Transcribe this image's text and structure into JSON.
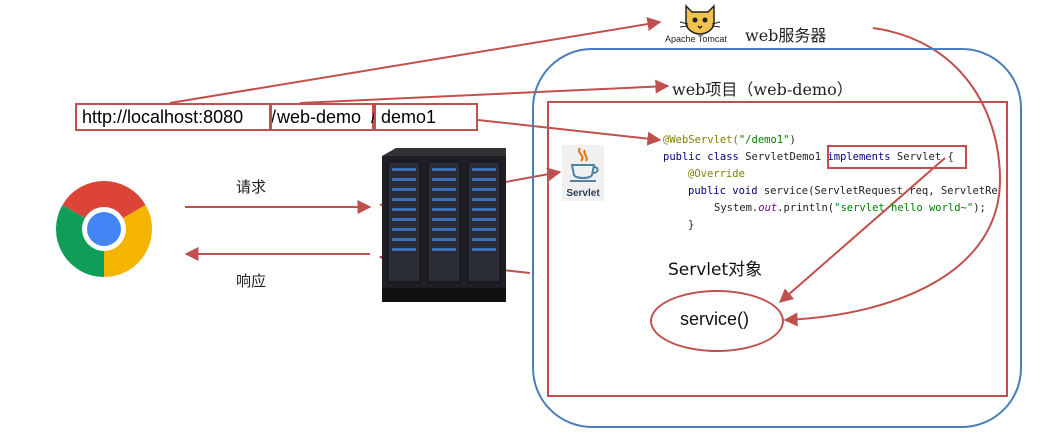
{
  "url": {
    "base": "http://localhost:8080",
    "sep1": "/",
    "project": "web-demo",
    "sep2": "/",
    "path": "demo1"
  },
  "labels": {
    "web_server": "web服务器",
    "web_project": "web项目（web-demo）",
    "request": "请求",
    "response": "响应",
    "servlet_object": "Servlet对象",
    "service_method": "service()"
  },
  "tomcat": {
    "brand": "Apache Tomcat",
    "icon": "tomcat-cat-icon"
  },
  "java_logo": {
    "caption": "Servlet",
    "icon": "java-cup-icon"
  },
  "browser": {
    "icon": "chrome-browser-icon"
  },
  "server": {
    "icon": "server-rack-icon"
  },
  "code": {
    "line1_ann": "@WebServlet(",
    "line1_str": "\"/demo1\"",
    "line1_end": ")",
    "line2_kw": "public class ",
    "line2_name": "ServletDemo1 ",
    "line2_impl": "implements ",
    "line2_iface": "Servlet {",
    "line3": "@Override",
    "line4_kw": "public void ",
    "line4_rest": "service(ServletRequest req, ServletRe",
    "line5_a": "System.",
    "line5_out": "out",
    "line5_b": ".println(",
    "line5_str": "\"servlet hello world~\"",
    "line5_c": ");",
    "line6": "}"
  },
  "colors": {
    "arrow_red": "#c0504d",
    "project_blue": "#4a7ebb"
  }
}
